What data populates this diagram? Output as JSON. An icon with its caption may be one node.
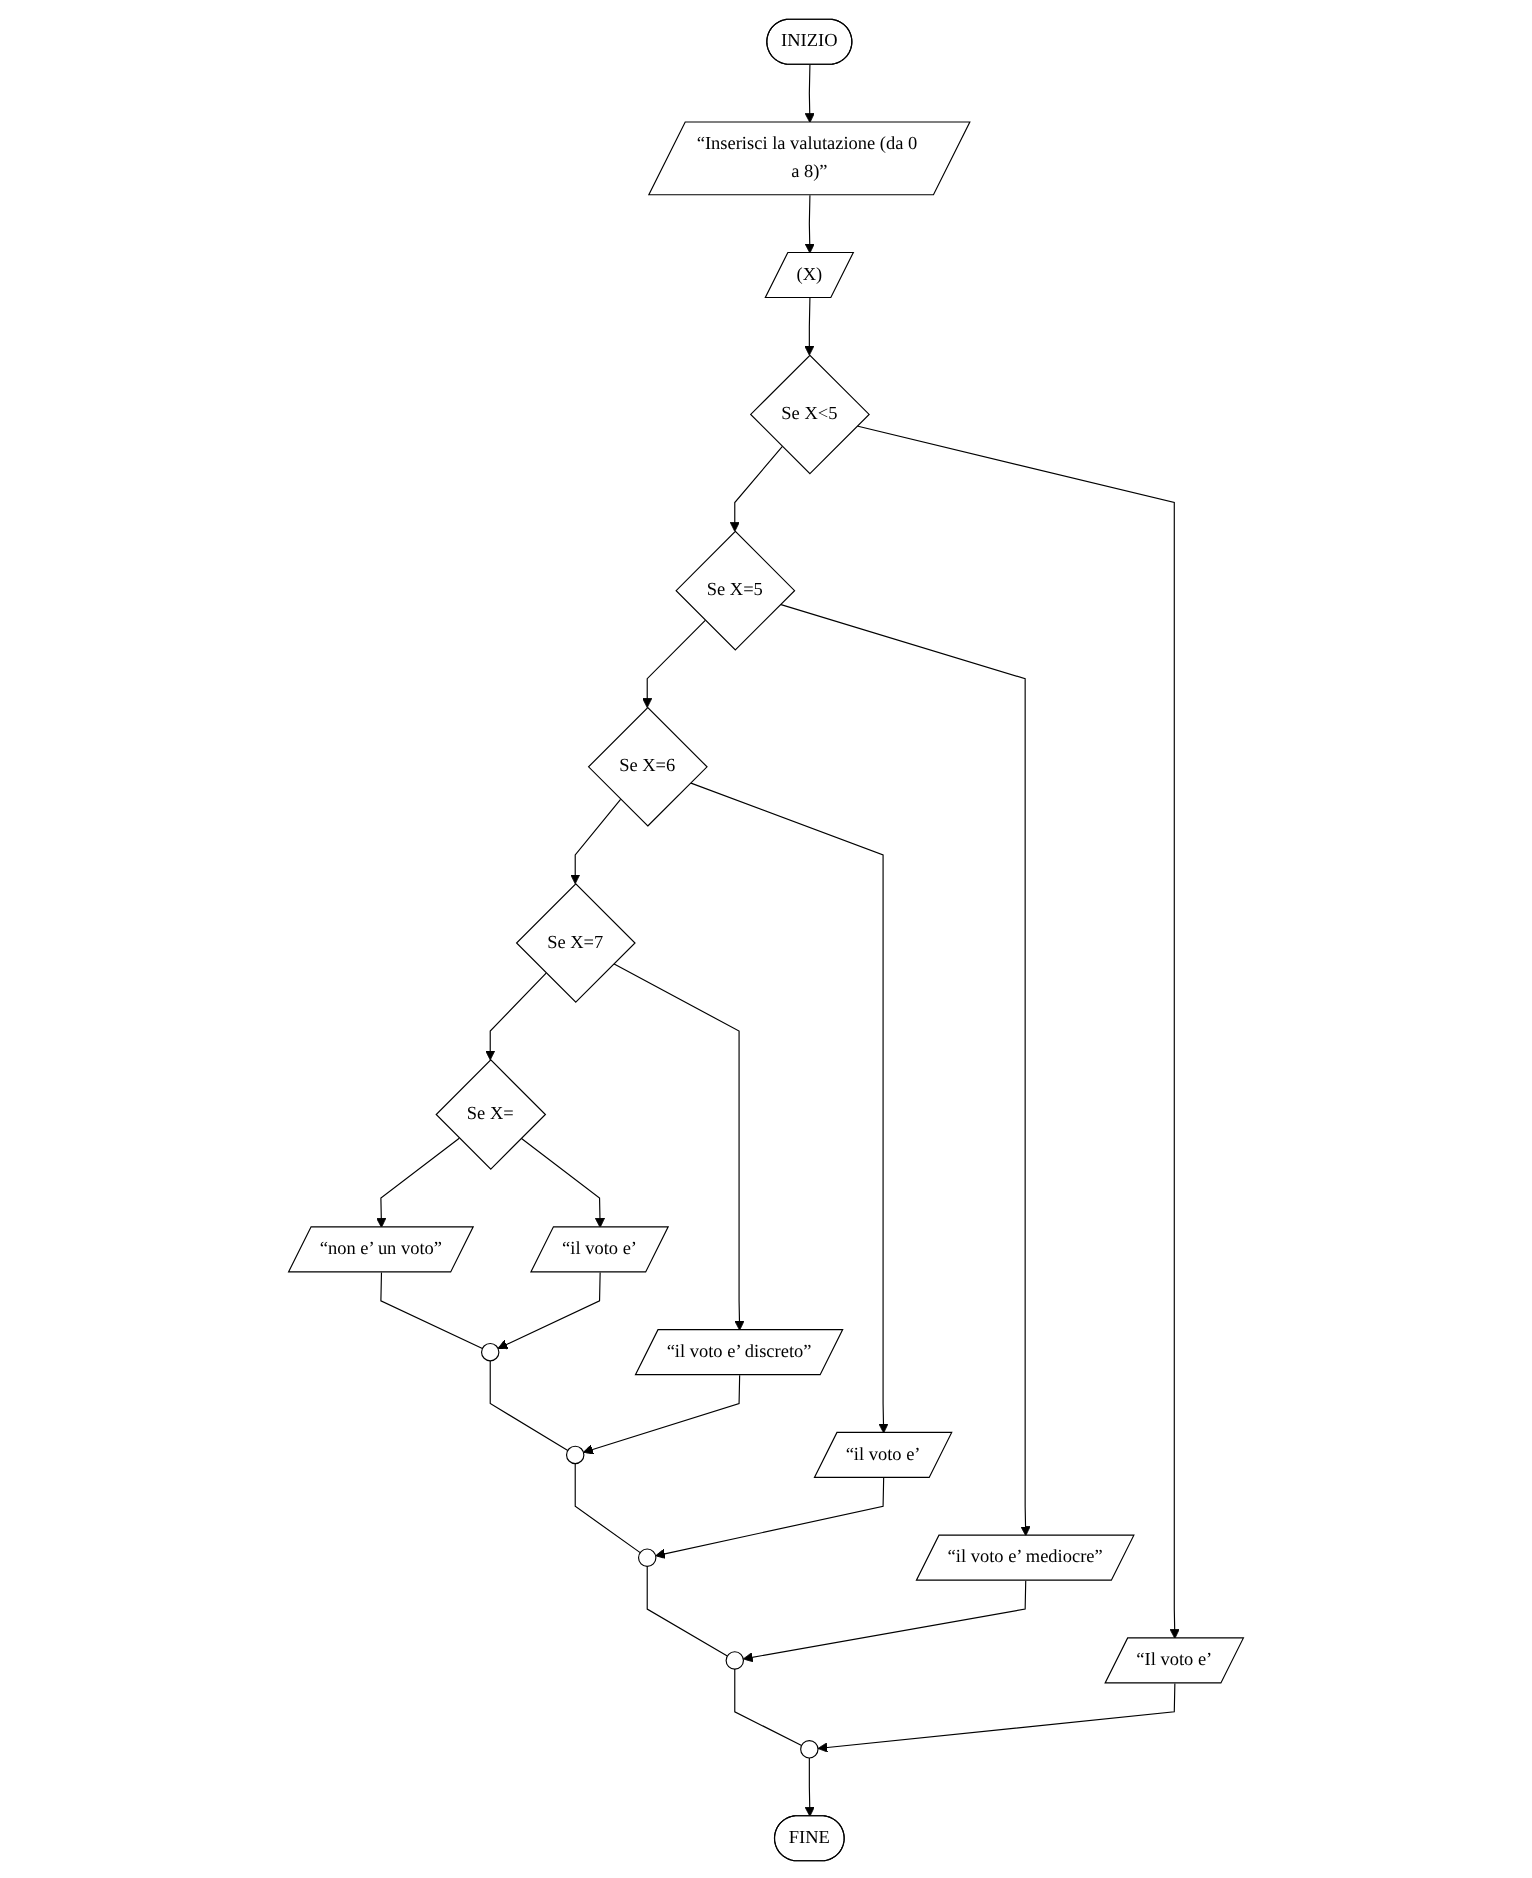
{
  "diagram": {
    "nodes": [
      {
        "text": [
          "INIZIO"
        ]
      },
      {
        "text": [
          "“Inserisci la valutazione (da 0 a 8)”"
        ]
      },
      {
        "text": [
          "(X)"
        ]
      },
      {
        "text": [
          "Se X<5"
        ]
      },
      {
        "text": [
          "“Il voto e’"
        ]
      },
      {
        "text": [
          "Se X=5"
        ]
      },
      {
        "text": [
          "“il voto e’ mediocre”"
        ]
      },
      {
        "text": [
          "Se X=6"
        ]
      },
      {
        "text": [
          "“il voto e’"
        ]
      },
      {
        "text": [
          "Se X=7"
        ]
      },
      {
        "text": [
          "“il voto e’ discreto”"
        ]
      },
      {
        "text": [
          "Se X="
        ]
      },
      {
        "text": [
          "“non e’ un voto”"
        ]
      },
      {
        "text": [
          "“il voto e’"
        ]
      },
      {
        "text": [],
        "shape": "circle"
      },
      {
        "text": [],
        "shape": "circle"
      },
      {
        "text": [],
        "shape": "circle"
      },
      {
        "text": [],
        "shape": "circle"
      },
      {
        "text": [],
        "shape": "circle"
      },
      {
        "text": [
          "FINE"
        ]
      }
    ],
    "edges": [
      {
        "from": 0,
        "to": 1,
        "arrow": "to"
      },
      {
        "from": 1,
        "to": 2,
        "arrow": "to"
      },
      {
        "from": 2,
        "to": 3,
        "arrow": "to"
      },
      {
        "from": 3,
        "to": 5,
        "arrow": "to"
      },
      {
        "from": 3,
        "to": 4,
        "arrow": "to"
      },
      {
        "from": 5,
        "to": 7,
        "arrow": "to"
      },
      {
        "from": 5,
        "to": 6,
        "arrow": "to"
      },
      {
        "from": 7,
        "to": 9,
        "arrow": "to"
      },
      {
        "from": 7,
        "to": 8,
        "arrow": "to"
      },
      {
        "from": 9,
        "to": 11,
        "arrow": "to"
      },
      {
        "from": 9,
        "to": 10,
        "arrow": "to"
      },
      {
        "from": 11,
        "to": 12,
        "arrow": "to"
      },
      {
        "from": 11,
        "to": 13,
        "arrow": "to"
      },
      {
        "from": 12,
        "to": 14,
        "arrow": "none"
      },
      {
        "from": 13,
        "to": 14,
        "arrow": "to"
      },
      {
        "from": 14,
        "to": 15,
        "arrow": "none"
      },
      {
        "from": 10,
        "to": 15,
        "arrow": "to"
      },
      {
        "from": 15,
        "to": 16,
        "arrow": "none"
      },
      {
        "from": 8,
        "to": 16,
        "arrow": "to"
      },
      {
        "from": 16,
        "to": 17,
        "arrow": "none"
      },
      {
        "from": 6,
        "to": 17,
        "arrow": "to"
      },
      {
        "from": 17,
        "to": 18,
        "arrow": "none"
      },
      {
        "from": 4,
        "to": 18,
        "arrow": "to"
      },
      {
        "from": 18,
        "to": 19,
        "arrow": "to"
      }
    ]
  }
}
